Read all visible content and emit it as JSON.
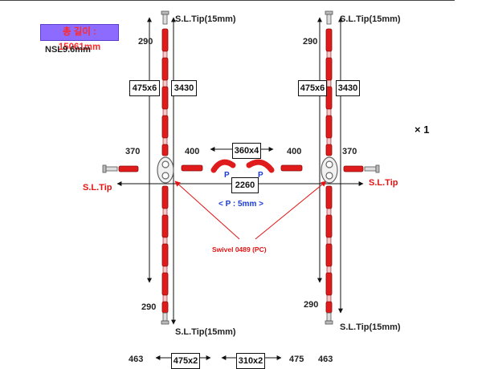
{
  "header": {
    "total_length": "총 길이 : 15061mm",
    "nsl": "NSL9.6mm",
    "multiplier": "× 1"
  },
  "left_column": {
    "top_tip": "S.L.Tip(15mm)",
    "top_dim": "290",
    "pitch_box": "475x6",
    "height_box": "3430",
    "side_dim": "370",
    "side_tip": "S.L.Tip",
    "bottom_dim": "290",
    "bottom_tip": "S.L.Tip(15mm)"
  },
  "right_column": {
    "top_tip": "S.L.Tip(15mm)",
    "top_dim": "290",
    "pitch_box": "475x6",
    "height_box": "3430",
    "side_dim": "370",
    "side_tip": "S.L.Tip",
    "bottom_dim": "290",
    "bottom_tip": "S.L.Tip(15mm)"
  },
  "center": {
    "left_dim": "400",
    "pitch_box": "360x4",
    "right_dim": "400",
    "p_left": "P",
    "p_right": "P",
    "width_box": "2260",
    "pitch_note": "< P : 5mm >",
    "swivel": "Swivel 0489 (PC)"
  },
  "bottom_row": {
    "dim_a": "463",
    "box_a": "475x2",
    "box_b": "310x2",
    "dim_b": "475",
    "dim_c": "463"
  },
  "colors": {
    "chain": "#e01b1b",
    "chain_dark": "#9c0f0f",
    "accent_blue": "#1a3bd6",
    "badge": "#8e6bff"
  }
}
